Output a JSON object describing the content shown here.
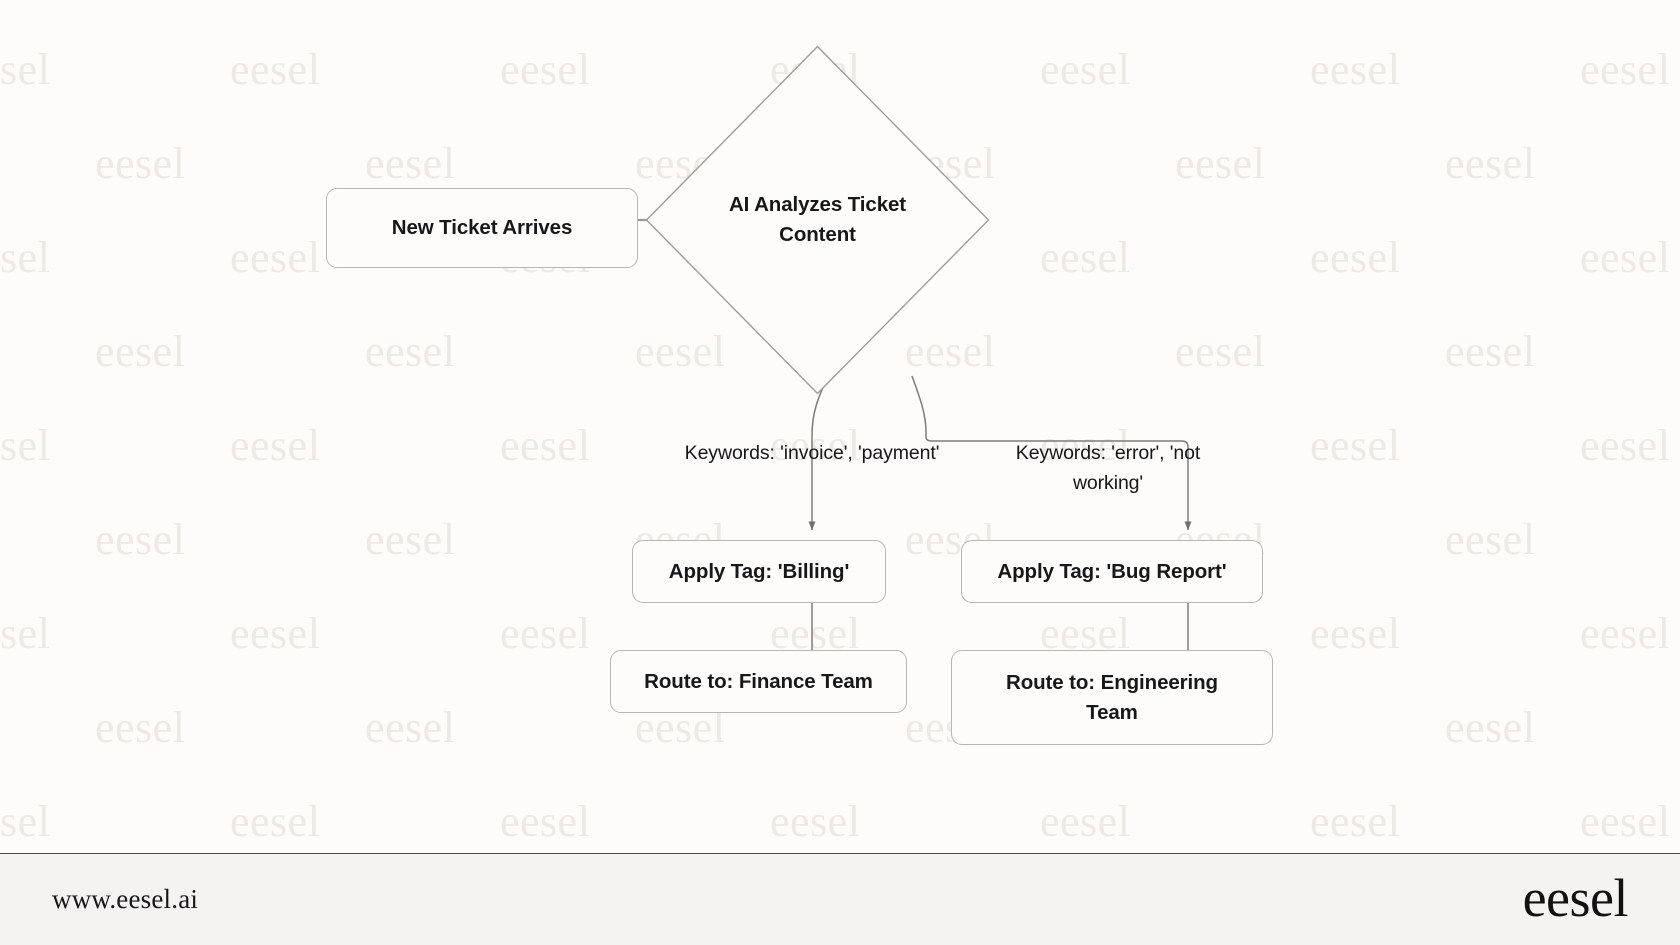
{
  "canvas": {
    "background_color": "#FDFCFA",
    "node_fill": "#FDFCFA",
    "node_border_color": "#B7B7B7",
    "edge_color": "#707070",
    "text_color": "#17181A"
  },
  "watermark": {
    "text": "eesel",
    "color": "#EDEAE6"
  },
  "diagram": {
    "type": "flowchart",
    "title": "AI ticket triage routing flowchart",
    "nodes": [
      {
        "id": "start",
        "shape": "rounded-rect",
        "label": "New Ticket Arrives"
      },
      {
        "id": "decision",
        "shape": "diamond",
        "label": "AI Analyzes Ticket Content"
      },
      {
        "id": "tag-billing",
        "shape": "rounded-rect",
        "label": "Apply Tag: 'Billing'"
      },
      {
        "id": "tag-bug",
        "shape": "rounded-rect",
        "label": "Apply Tag: 'Bug Report'"
      },
      {
        "id": "route-finance",
        "shape": "rounded-rect",
        "label": "Route to: Finance Team"
      },
      {
        "id": "route-engineering",
        "shape": "rounded-rect",
        "label": "Route to: Engineering Team"
      }
    ],
    "edges": [
      {
        "from": "start",
        "to": "decision",
        "label": ""
      },
      {
        "from": "decision",
        "to": "tag-billing",
        "label": "Keywords: 'invoice', 'payment'"
      },
      {
        "from": "decision",
        "to": "tag-bug",
        "label": "Keywords: 'error', 'not working'"
      },
      {
        "from": "tag-billing",
        "to": "route-finance",
        "label": ""
      },
      {
        "from": "tag-bug",
        "to": "route-engineering",
        "label": ""
      }
    ]
  },
  "footer": {
    "url": "www.eesel.ai",
    "logo": "eesel"
  }
}
